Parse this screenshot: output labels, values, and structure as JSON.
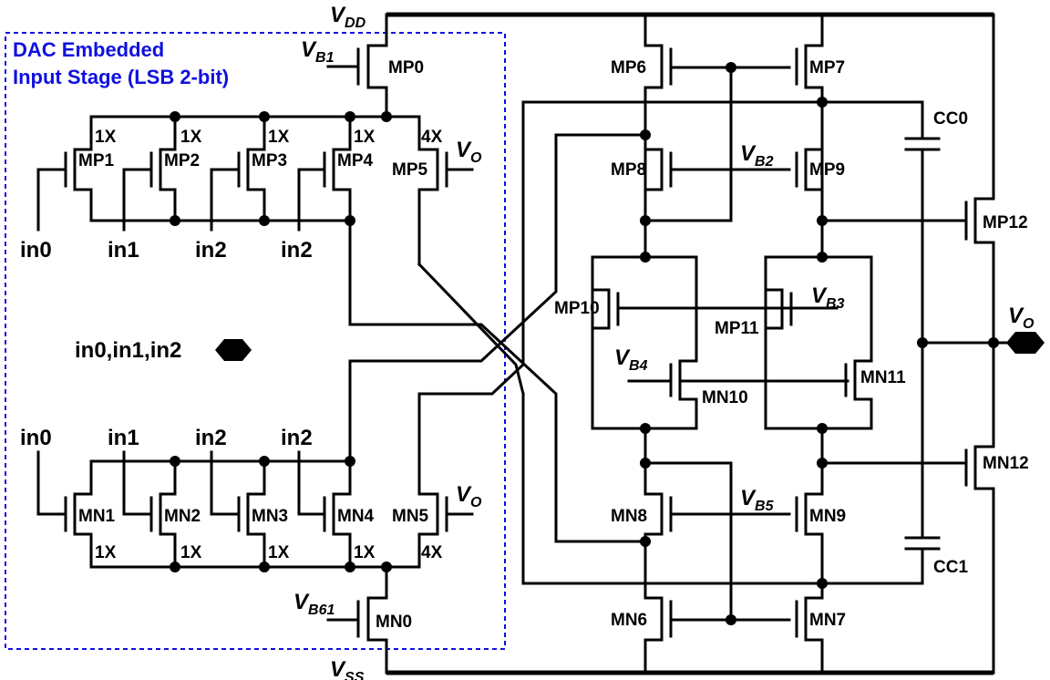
{
  "group_box": {
    "line1": "DAC Embedded",
    "line2": "Input Stage (LSB 2-bit)",
    "color": "#1010e0"
  },
  "rails": {
    "vdd": {
      "v": "V",
      "sub": "DD"
    },
    "vss": {
      "v": "V",
      "sub": "SS"
    }
  },
  "bias": {
    "vb1": {
      "v": "V",
      "sub": "B1"
    },
    "vb2": {
      "v": "V",
      "sub": "B2"
    },
    "vb3": {
      "v": "V",
      "sub": "B3"
    },
    "vb4": {
      "v": "V",
      "sub": "B4"
    },
    "vb5": {
      "v": "V",
      "sub": "B5"
    },
    "vb61": {
      "v": "V",
      "sub": "B61"
    }
  },
  "output": {
    "v": "V",
    "sub": "O"
  },
  "digital_bus": "in0,in1,in2",
  "input_labels": [
    "in0",
    "in1",
    "in2",
    "in2"
  ],
  "pmos_inputs": [
    {
      "name": "MP1",
      "ratio": "1X"
    },
    {
      "name": "MP2",
      "ratio": "1X"
    },
    {
      "name": "MP3",
      "ratio": "1X"
    },
    {
      "name": "MP4",
      "ratio": "1X"
    },
    {
      "name": "MP5",
      "ratio": "4X"
    }
  ],
  "nmos_inputs": [
    {
      "name": "MN1",
      "ratio": "1X"
    },
    {
      "name": "MN2",
      "ratio": "1X"
    },
    {
      "name": "MN3",
      "ratio": "1X"
    },
    {
      "name": "MN4",
      "ratio": "1X"
    },
    {
      "name": "MN5",
      "ratio": "4X"
    }
  ],
  "transistors": {
    "mp0": "MP0",
    "mn0": "MN0",
    "mp6": "MP6",
    "mp7": "MP7",
    "mp8": "MP8",
    "mp9": "MP9",
    "mp10": "MP10",
    "mp11": "MP11",
    "mp12": "MP12",
    "mn6": "MN6",
    "mn7": "MN7",
    "mn8": "MN8",
    "mn9": "MN9",
    "mn10": "MN10",
    "mn11": "MN11",
    "mn12": "MN12"
  },
  "capacitors": {
    "cc0": "CC0",
    "cc1": "CC1"
  }
}
